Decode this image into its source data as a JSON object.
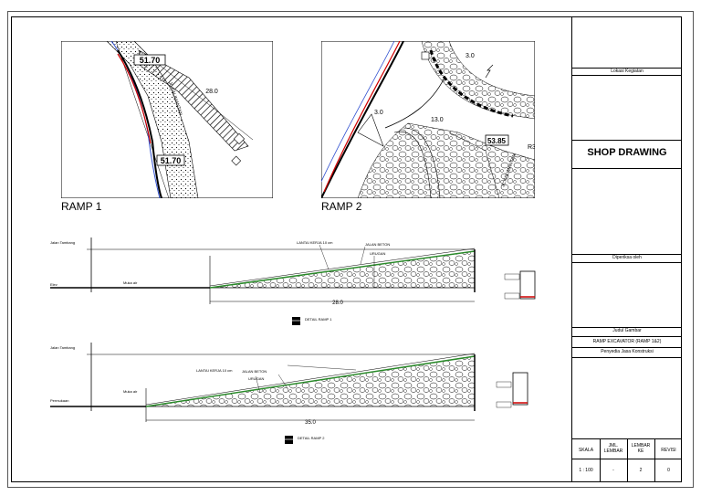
{
  "views": {
    "ramp1": {
      "label": "RAMP 1",
      "elev_top": "51.70",
      "elev_bottom": "51.70",
      "dim": "28.0",
      "road_text": "JL.KALIMANTAN"
    },
    "ramp2": {
      "label": "RAMP 2",
      "elev": "53.85",
      "dim_a": "13.0",
      "dim_b": "3.0",
      "dim_c": "3.0",
      "side": "R3",
      "road_text": "JL.KALIMANTAN"
    }
  },
  "sections": {
    "s1": {
      "dim": "28.0",
      "detail": "DETAIL RAMP 1",
      "label_ground": "Muka air",
      "label_lantai": "LANTAI KERJA 10 cm",
      "label_jalan": "JALAN BETON",
      "label_urugan": "URUGAN"
    },
    "s2": {
      "dim": "35.0",
      "detail": "DETAIL RAMP 2",
      "label_ground": "Muka air",
      "label_lantai": "LANTAI KERJA 10 cm",
      "label_jalan": "JALAN BETON",
      "label_urugan": "URUGAN"
    }
  },
  "title_block": {
    "lokasi": "Lokasi Kegiatan",
    "title": "SHOP DRAWING",
    "diperiksa": "Diperiksa oleh",
    "judul": "Judul Gambar",
    "judul_value": "RAMP EXCAVATOR (RAMP 1&2)",
    "penyedia": "Penyedia Jasa Konstruksi",
    "headers": [
      "SKALA",
      "JML. LEMBAR",
      "LEMBAR KE",
      "REVISI"
    ],
    "values": [
      "1 : 100",
      "-",
      "2",
      "0"
    ]
  },
  "colors": {
    "line": "#000000",
    "accent": "#d00000",
    "green": "#2a8a2a",
    "blue": "#3050d0"
  }
}
